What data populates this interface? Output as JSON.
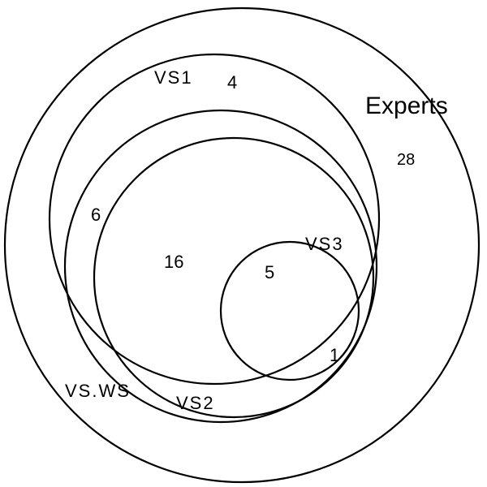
{
  "diagram": {
    "sets": {
      "experts": "Experts",
      "vs1": "VS1",
      "vs2": "VS2",
      "vs3": "VS3",
      "vs_ws": "VS.WS"
    },
    "counts": {
      "experts_only": "28",
      "vs1_only": "4",
      "vs1_vsws": "6",
      "core": "16",
      "with_vs3": "5",
      "vs3_edge": "1"
    },
    "colors": {
      "stroke": "#000000",
      "text": "#000000",
      "highlight": "#e8141c"
    }
  }
}
